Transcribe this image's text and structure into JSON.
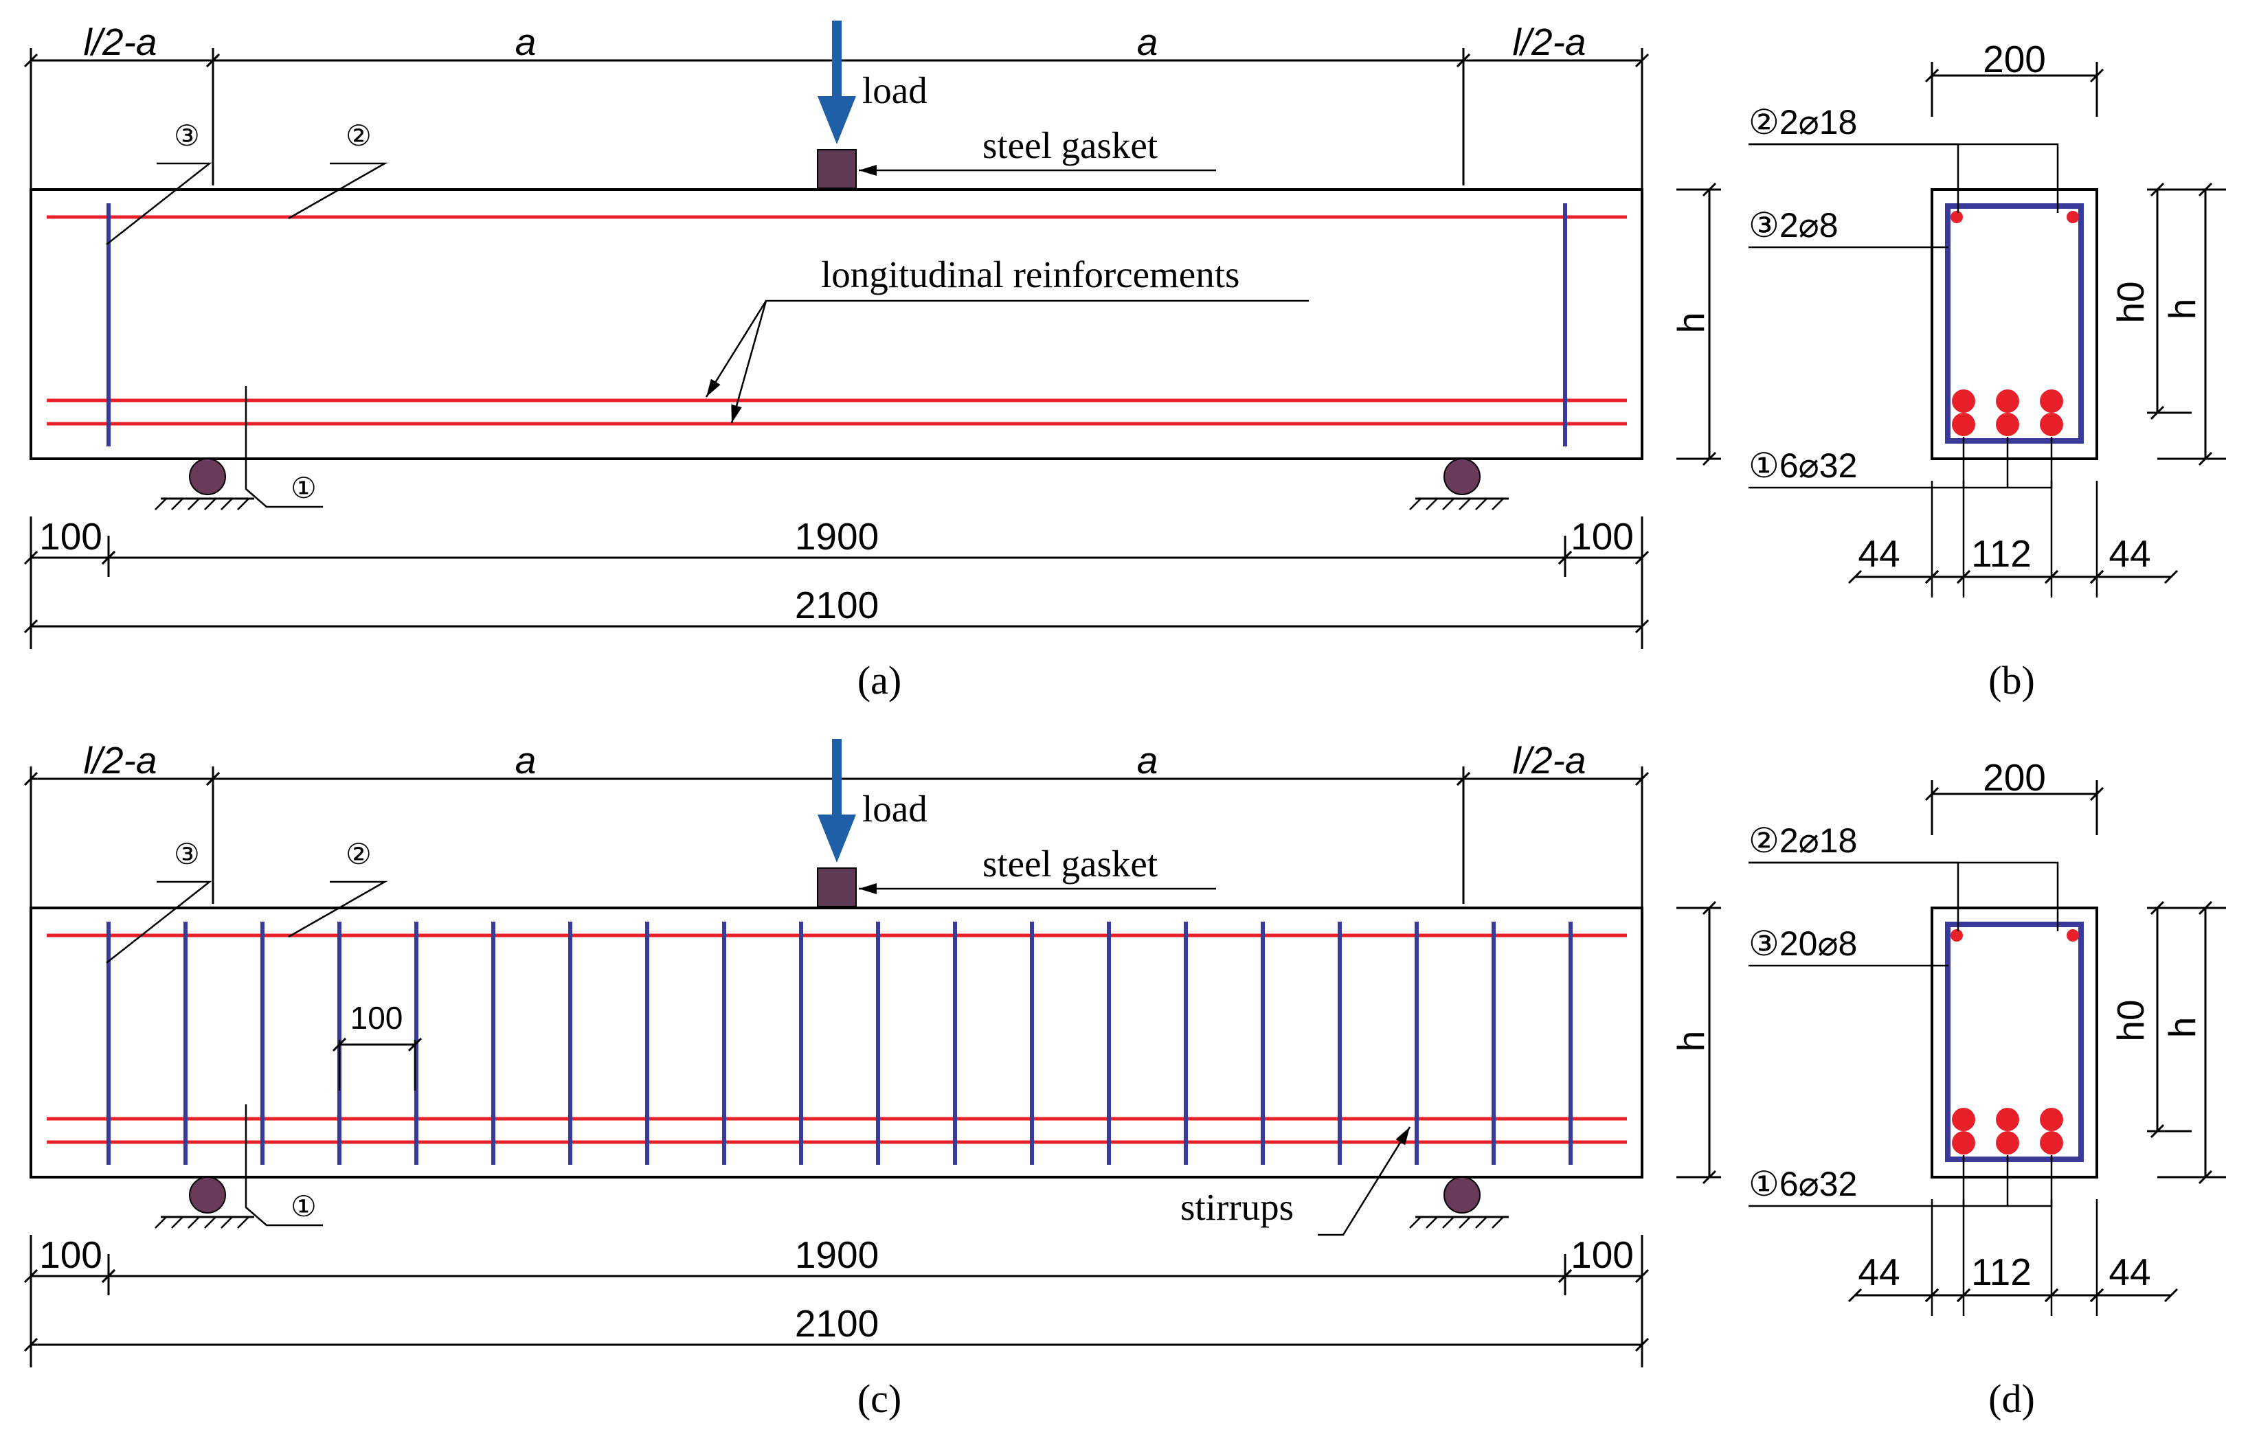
{
  "labels": {
    "l2a": "l/2-a",
    "a": "a",
    "load": "load",
    "steel_gasket": "steel gasket",
    "longitudinal": "longitudinal reinforcements",
    "stirrups": "stirrups",
    "h": "h",
    "h0": "h0"
  },
  "markers": {
    "one": "①",
    "two": "②",
    "three": "③"
  },
  "dims": {
    "d100": "100",
    "d1900": "1900",
    "d2100": "2100",
    "d200": "200",
    "d44": "44",
    "d112": "112",
    "stirrup_spacing": "100"
  },
  "rebar": {
    "top_b": "②2⌀18",
    "stirrup_b": "③2⌀8",
    "bottom_b": "①6⌀32",
    "top_d": "②2⌀18",
    "stirrup_d": "③20⌀8",
    "bottom_d": "①6⌀32"
  },
  "captions": {
    "a": "(a)",
    "b": "(b)",
    "c": "(c)",
    "d": "(d)"
  },
  "colors": {
    "longitudinal_bar": "#e8202a",
    "stirrup": "#3a3a9a",
    "load_arrow": "#1e5fa8",
    "gasket": "#5e3a55",
    "support": "#6a3a5a"
  }
}
